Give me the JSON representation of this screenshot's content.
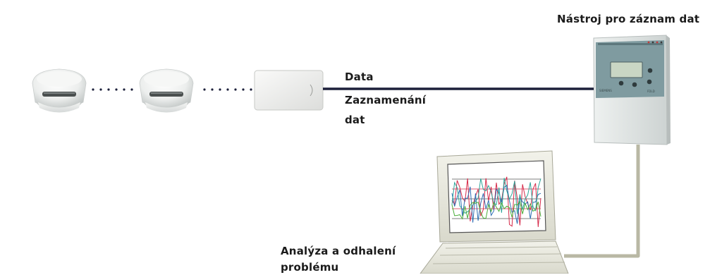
{
  "labels": {
    "logger_title": "Nástroj pro záznam dat",
    "data": "Data",
    "recording_line1": "Zaznamenání",
    "recording_line2": "dat",
    "analysis_line1": "Analýza a odhalení",
    "analysis_line2": "problému"
  },
  "device": {
    "brand": "SIEMENS",
    "model": "FDLD"
  },
  "colors": {
    "data_line": "#1c1f3a",
    "cable": "#b9b8a4",
    "logger_body": "#dfe5e4",
    "logger_panel": "#7f9ba0",
    "lcd": "#c9d6c4",
    "graph_red": "#d62a4a",
    "graph_blue": "#2f6fb4",
    "graph_teal": "#2ea59a",
    "graph_green": "#4caf3c"
  }
}
